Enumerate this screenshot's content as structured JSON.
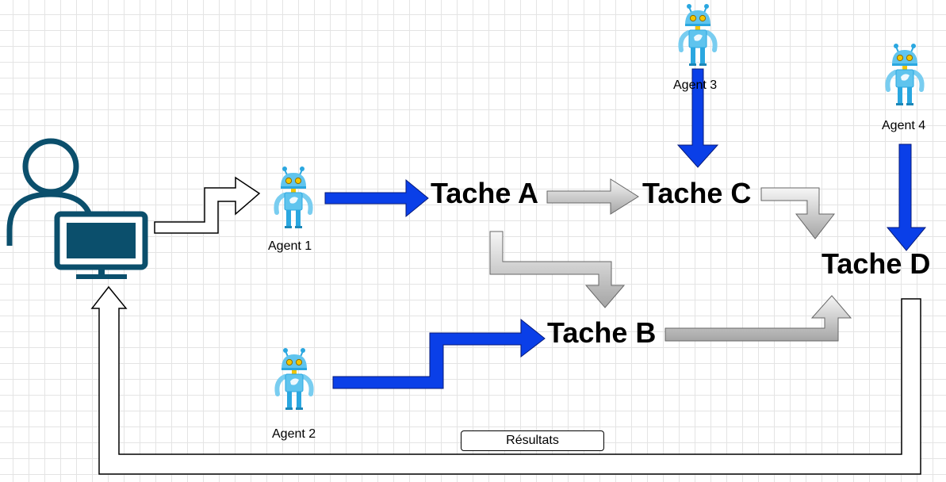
{
  "tasks": {
    "a": "Tache A",
    "b": "Tache B",
    "c": "Tache C",
    "d": "Tache D"
  },
  "agents": {
    "agent1": "Agent 1",
    "agent2": "Agent 2",
    "agent3": "Agent 3",
    "agent4": "Agent 4"
  },
  "results": "Résultats",
  "colors": {
    "user": "#0b4f6c",
    "agent_arrow": "#0a3fe8",
    "flow_arrow_light": "#f4f4f4",
    "flow_arrow_dark": "#9a9a9a",
    "robot_head": "#5fc4ee",
    "robot_accent": "#f2c500"
  },
  "icons": [
    "user-computer-icon",
    "robot-icon"
  ]
}
